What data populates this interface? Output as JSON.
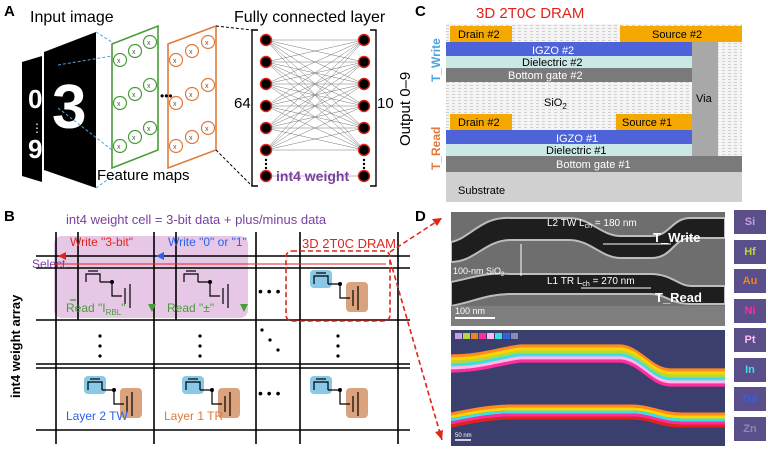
{
  "panels": {
    "a": "A",
    "b": "B",
    "c": "C",
    "d": "D"
  },
  "panelA": {
    "input_image": "Input image",
    "feature_maps": "Feature maps",
    "fc_layer": "Fully connected layer",
    "n_in": "64",
    "n_out": "10",
    "output": "Output 0–9",
    "weight": "int4 weight",
    "digits": [
      "0",
      "3",
      "9"
    ],
    "node_label": "x"
  },
  "panelB": {
    "title": "int4 weight cell = 3-bit data + plus/minus data",
    "array_label": "int4 weight array",
    "select": "Select",
    "write3": "Write \"3-bit\"",
    "write01": "Write \"0\" or \"1\"",
    "dram_label": "3D 2T0C DRAM",
    "read_rbl": "Read \"I",
    "read_rbl_sub": "RBL",
    "read_pm": "Read \"±\"",
    "layer2": "Layer 2 TW",
    "layer1": "Layer 1 TR",
    "dots": "• • •"
  },
  "panelC": {
    "title": "3D 2T0C DRAM",
    "t_write": "T_Write",
    "t_read": "T_Read",
    "drain2": "Drain #2",
    "source2": "Source #2",
    "igzo2": "IGZO #2",
    "diel2": "Dielectric #2",
    "bg2": "Bottom gate #2",
    "sio2": "SiO",
    "sio2_sub": "2",
    "via": "Via",
    "drain1": "Drain #2",
    "source1": "Source  #1",
    "igzo1": "IGZO #1",
    "diel1": "Dielectric #1",
    "bg1": "Bottom gate #1",
    "substrate": "Substrate"
  },
  "panelD": {
    "l2": "L2 TW L",
    "l2_sub": "ch",
    "l2_val": " = 180 nm",
    "l1": "L1 TR L",
    "l1_sub": "ch",
    "l1_val": " = 270 nm",
    "sio2": "100-nm SiO",
    "sio2_sub": "2",
    "t_write": "T_Write",
    "t_read": "T_Read",
    "scale_top": "100 nm",
    "scale_bot": "50 nm",
    "elements": [
      {
        "name": "Si",
        "color": "#c9a0dc"
      },
      {
        "name": "Hf",
        "color": "#b7d83a"
      },
      {
        "name": "Au",
        "color": "#f0821e"
      },
      {
        "name": "Ni",
        "color": "#ff2d9b"
      },
      {
        "name": "Pt",
        "color": "#ffb8f0"
      },
      {
        "name": "In",
        "color": "#3ce0e0"
      },
      {
        "name": "Ga",
        "color": "#2a62e8"
      },
      {
        "name": "Zn",
        "color": "#8b8bb0"
      }
    ]
  },
  "colors": {
    "green": "#4a9c3a",
    "orange": "#e07a3a",
    "purple": "#7b3fa0",
    "cell_bg": "#e6c8e6",
    "red": "#e0241c",
    "blue_tx": "#89c8e6",
    "orange_tx": "#dba27e",
    "c_blue": "#4f63d8",
    "c_yellow": "#f5a800",
    "c_grey": "#7a7a7a",
    "c_light": "#c9e8e6",
    "c_labelblue": "#4aa3e0",
    "c_labelorange": "#e07a3a"
  }
}
